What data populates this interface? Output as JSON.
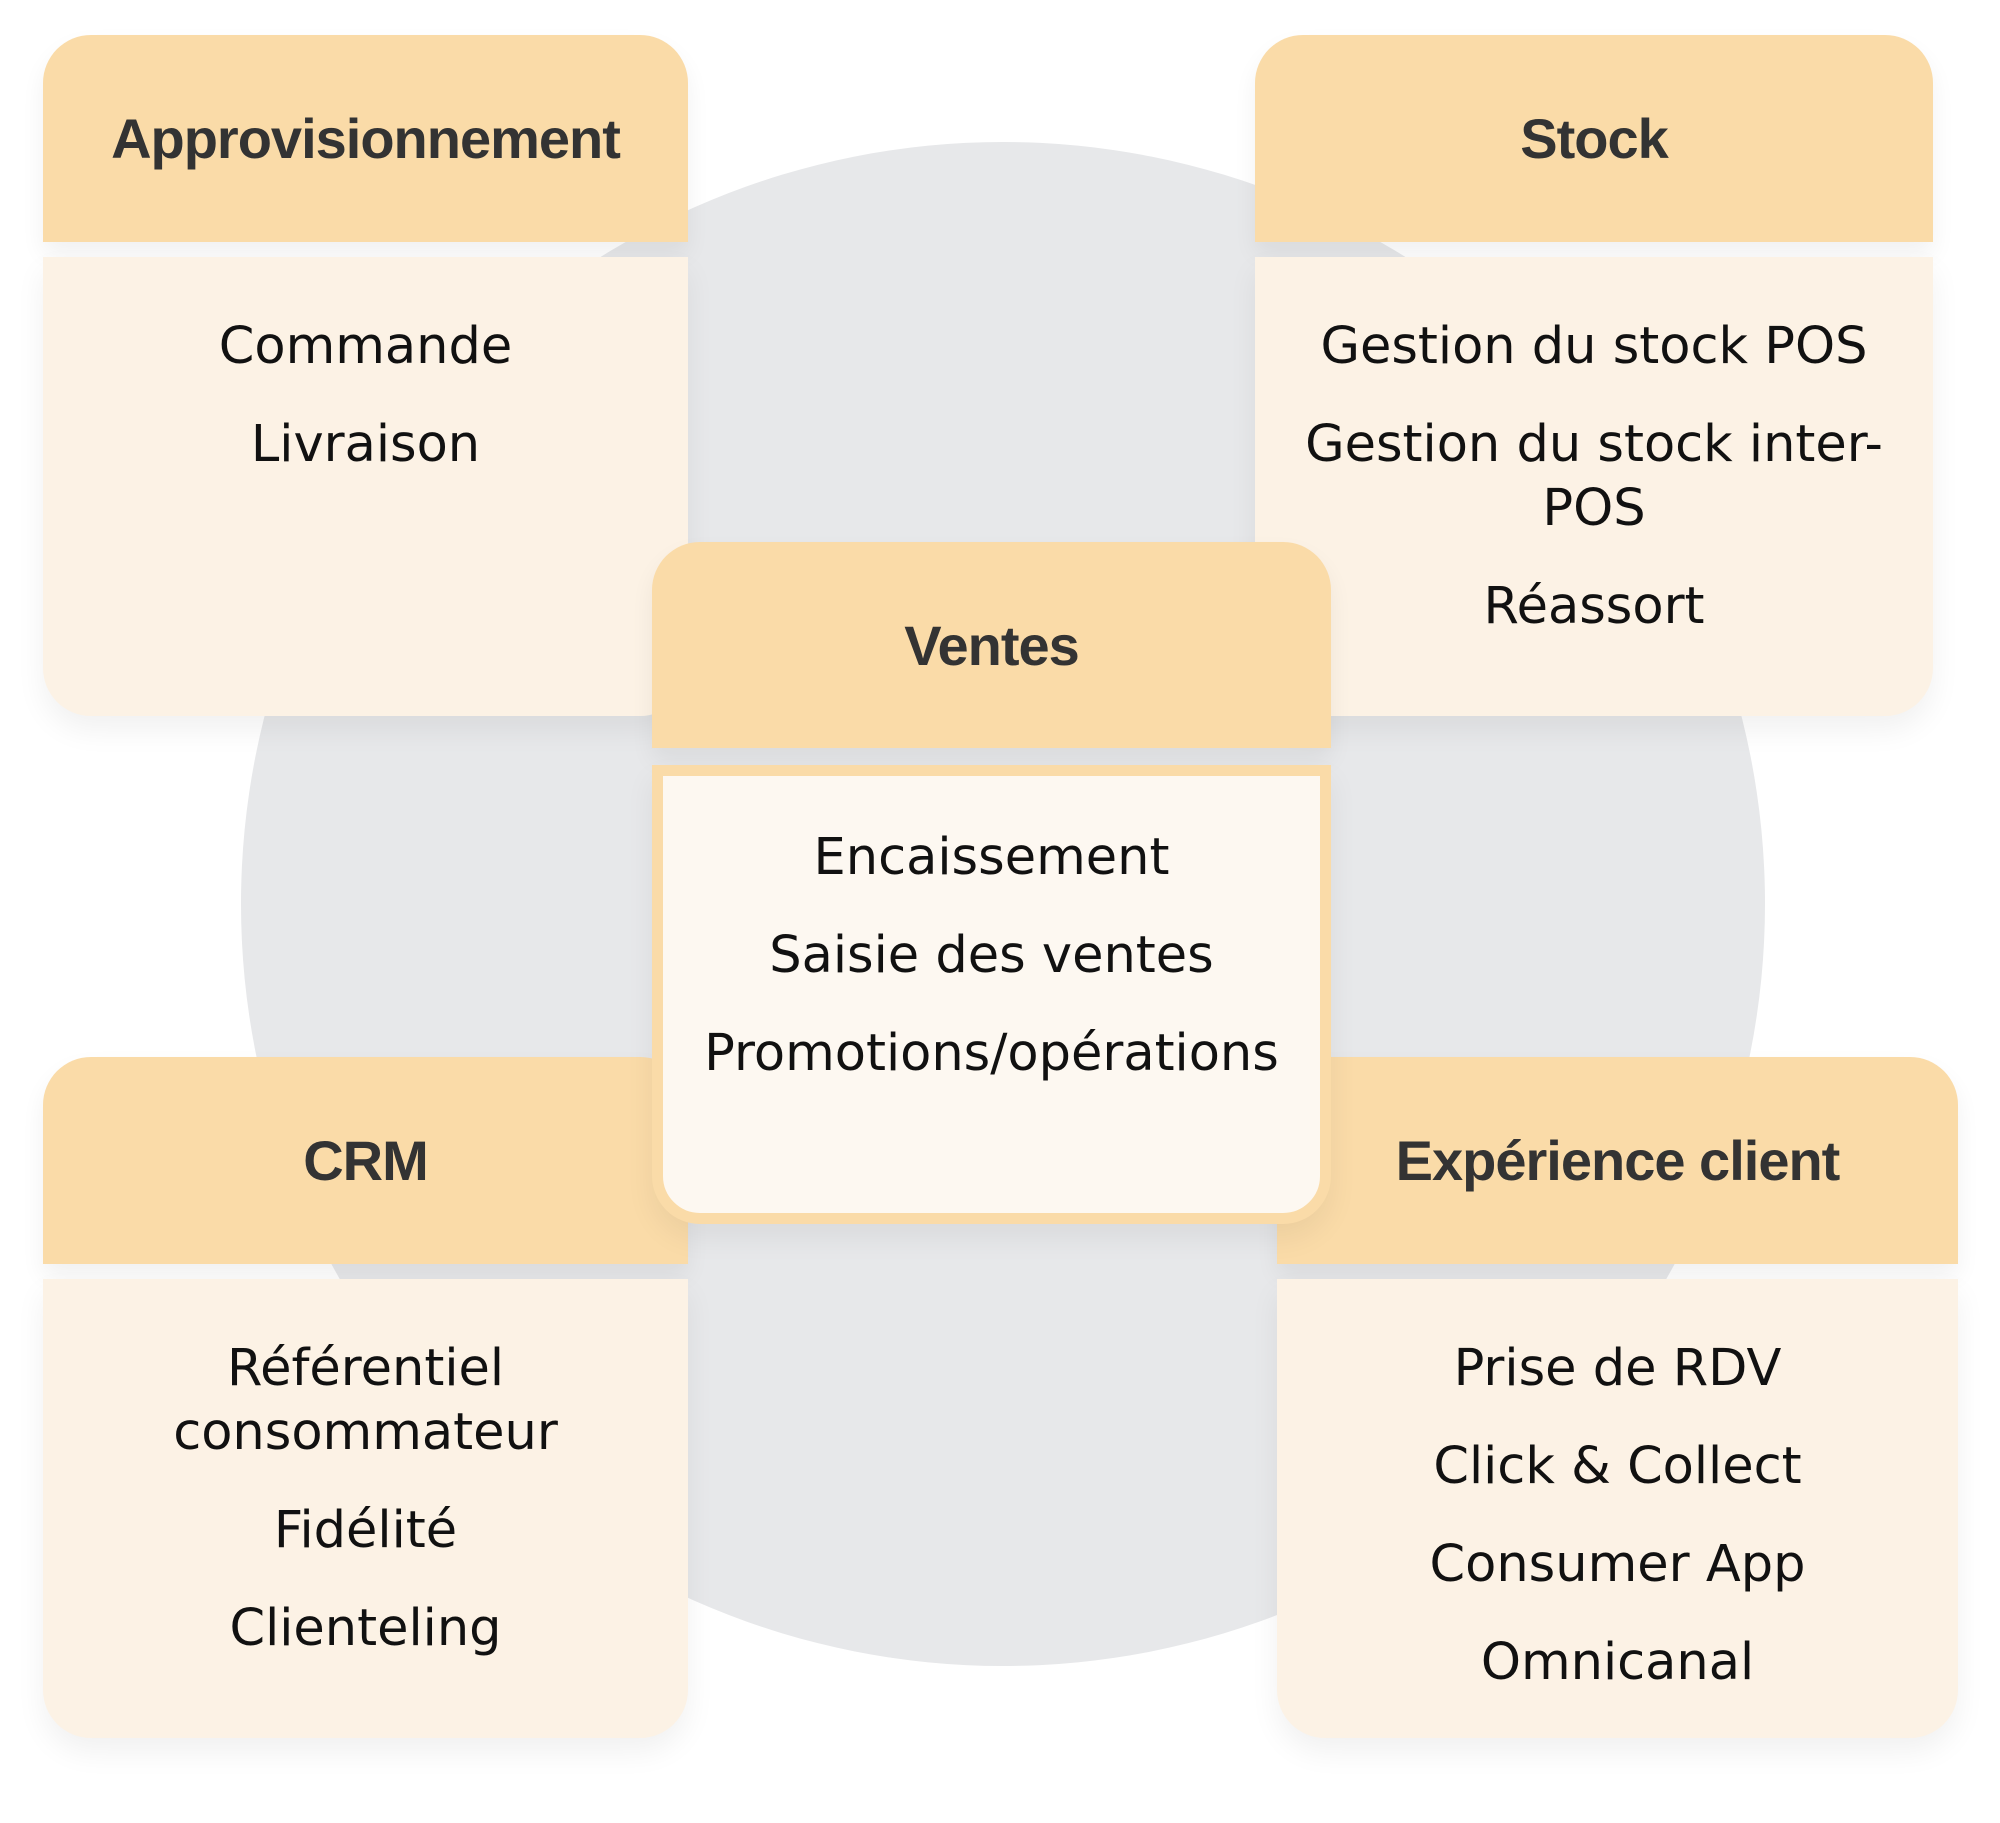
{
  "diagram": {
    "center": {
      "title": "Ventes",
      "items": [
        "Encaissement",
        "Saisie des ventes",
        "Promotions/opérations"
      ]
    },
    "top_left": {
      "title": "Approvisionnement",
      "items": [
        "Commande",
        "Livraison"
      ]
    },
    "top_right": {
      "title": "Stock",
      "items": [
        "Gestion du stock POS",
        "Gestion du stock inter-POS",
        "Réassort"
      ]
    },
    "bottom_left": {
      "title": "CRM",
      "items": [
        "Référentiel consommateur",
        "Fidélité",
        "Clienteling"
      ]
    },
    "bottom_right": {
      "title": "Expérience client",
      "items": [
        "Prise de RDV",
        "Click & Collect",
        "Consumer App",
        "Omnicanal"
      ]
    },
    "colors": {
      "header": "#fadba8",
      "body": "#fcf2e5",
      "circle": "#e7e8ea",
      "title_text": "#333333"
    }
  }
}
